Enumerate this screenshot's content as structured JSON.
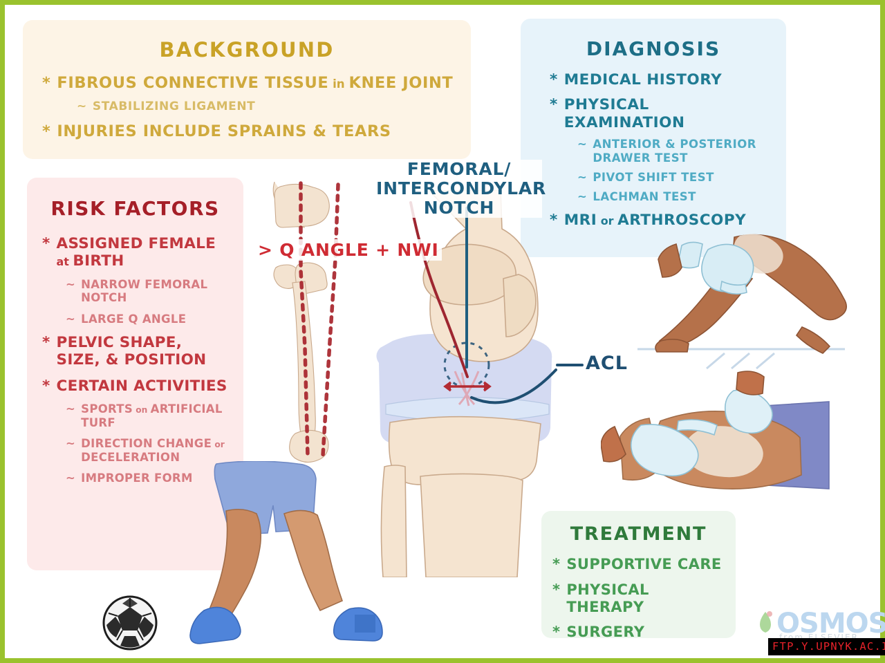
{
  "colors": {
    "border_green": "#9ac22e",
    "background_panel_bg": "#fdf4e6",
    "background_accent": "#c9a227",
    "diagnosis_panel_bg": "#e7f3fa",
    "diagnosis_accent": "#1d6e86",
    "risk_panel_bg": "#fdeaea",
    "risk_accent": "#a51f28",
    "treatment_panel_bg": "#edf6ed",
    "treatment_accent": "#2f7a3b",
    "label_acl": "#1f4f72",
    "label_qangle": "#cf2b33",
    "watermark_text": "#e8222a",
    "watermark_bg": "#000000"
  },
  "background": {
    "title": "BACKGROUND",
    "items": [
      {
        "marker": "*",
        "level": 1,
        "text": "FIBROUS CONNECTIVE TISSUE",
        "suffix_small": "in",
        "text_tail": "KNEE JOINT"
      },
      {
        "marker": "~",
        "level": 2,
        "text": "STABILIZING LIGAMENT"
      },
      {
        "marker": "*",
        "level": 1,
        "text": "INJURIES INCLUDE SPRAINS & TEARS"
      }
    ]
  },
  "diagnosis": {
    "title": "DIAGNOSIS",
    "items": [
      {
        "marker": "*",
        "level": 1,
        "text": "MEDICAL HISTORY"
      },
      {
        "marker": "*",
        "level": 1,
        "text": "PHYSICAL EXAMINATION"
      },
      {
        "marker": "~",
        "level": 2,
        "text": "ANTERIOR & POSTERIOR DRAWER TEST"
      },
      {
        "marker": "~",
        "level": 2,
        "text": "PIVOT SHIFT TEST"
      },
      {
        "marker": "~",
        "level": 2,
        "text": "LACHMAN TEST"
      },
      {
        "marker": "*",
        "level": 1,
        "text": "MRI",
        "suffix_small": "or",
        "text_tail": "ARTHROSCOPY"
      }
    ]
  },
  "risk_factors": {
    "title": "RISK FACTORS",
    "items": [
      {
        "marker": "*",
        "level": 1,
        "text": "ASSIGNED FEMALE",
        "suffix_small": "at",
        "text_tail": "BIRTH"
      },
      {
        "marker": "~",
        "level": 2,
        "text": "NARROW FEMORAL NOTCH"
      },
      {
        "marker": "~",
        "level": 2,
        "text": "LARGE Q ANGLE"
      },
      {
        "marker": "*",
        "level": 1,
        "text": "PELVIC SHAPE, SIZE, & POSITION"
      },
      {
        "marker": "*",
        "level": 1,
        "text": "CERTAIN ACTIVITIES"
      },
      {
        "marker": "~",
        "level": 2,
        "text": "SPORTS",
        "suffix_small": "on",
        "text_tail": "ARTIFICIAL TURF"
      },
      {
        "marker": "~",
        "level": 2,
        "text": "DIRECTION CHANGE",
        "suffix_small": "or",
        "text_tail": "DECELERATION"
      },
      {
        "marker": "~",
        "level": 2,
        "text": "IMPROPER FORM"
      }
    ]
  },
  "treatment": {
    "title": "TREATMENT",
    "items": [
      {
        "marker": "*",
        "level": 1,
        "text": "SUPPORTIVE CARE"
      },
      {
        "marker": "*",
        "level": 1,
        "text": "PHYSICAL THERAPY"
      },
      {
        "marker": "*",
        "level": 1,
        "text": "SURGERY"
      }
    ]
  },
  "diagram_labels": {
    "notch": "FEMORAL/\nINTERCONDYLAR\nNOTCH",
    "q_angle": "> Q ANGLE + NWI",
    "acl": "ACL"
  },
  "illustrations": {
    "q_angle_diagram": "pelvis-femur-q-angle-diagram",
    "knee_anterior": "knee-joint-anterior-cutaway",
    "athlete_legs": "athlete-legs-soccer-shorts",
    "soccer_ball": "soccer-ball",
    "exam_drawer": "anterior-drawer-test-exam",
    "exam_lachman": "lachman-test-exam"
  },
  "logo": {
    "wordmark": "OSMOSIS",
    "tagline": "from ELSEVIER"
  },
  "watermark": {
    "text": "FTP.Y.UPNYK.AC.ID"
  }
}
